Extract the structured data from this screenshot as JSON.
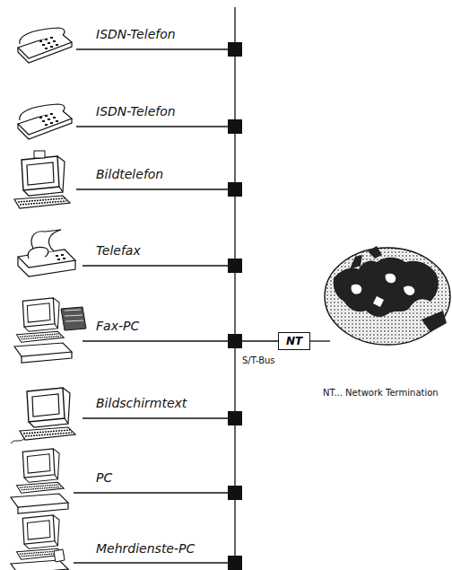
{
  "diagram": {
    "nodes": [
      {
        "text": [
          "NT"
        ]
      }
    ],
    "labels": [
      "ISDN-Telefon",
      "ISDN-Telefon",
      "Bildtelefon",
      "Telefax",
      "Fax-PC",
      "Bildschirmtext",
      "PC",
      "Mehrdienste-PC",
      "S/T-Bus",
      "NT... Network Termination"
    ]
  }
}
